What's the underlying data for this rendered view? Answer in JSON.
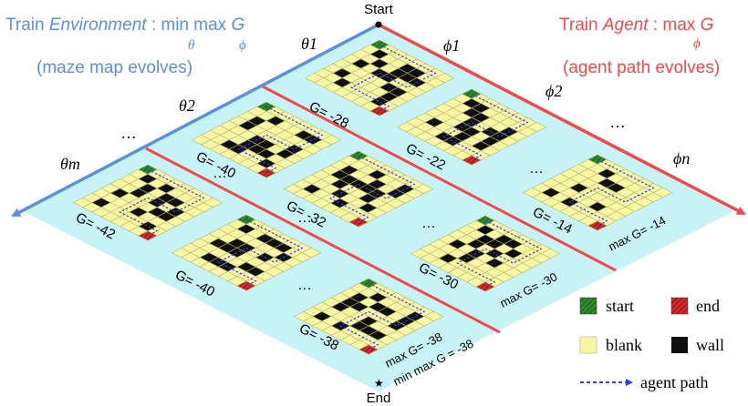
{
  "header": {
    "left_line1_a": "Train ",
    "left_line1_b": "Environment",
    "left_line1_c": " : min max ",
    "left_line1_d": "G",
    "left_sub_theta": "θ",
    "left_sub_phi": "ϕ",
    "left_line2": "(maze map evolves)",
    "right_line1_a": "Train ",
    "right_line1_b": "Agent",
    "right_line1_c": " : max ",
    "right_line1_d": "G",
    "right_sub_phi": "ϕ",
    "right_line2": "(agent path evolves)"
  },
  "corners": {
    "start": "Start",
    "end": "End"
  },
  "axes": {
    "theta_labels": [
      "θ1",
      "θ2",
      "θm"
    ],
    "phi_labels": [
      "ϕ1",
      "ϕ2",
      "ϕn"
    ],
    "ellipsis": "…"
  },
  "scores": {
    "row1": [
      "G= -28",
      "G= -22",
      "G= -14"
    ],
    "row2": [
      "G= -40",
      "G= -32",
      "G= -30"
    ],
    "row3": [
      "G= -42",
      "G= -40",
      "G= -38"
    ],
    "max_row1": "max G= -14",
    "max_row2": "max G= -30",
    "max_row3": "max G= -38",
    "minmax": "min max G = -38"
  },
  "legend": {
    "start": "start",
    "end": "end",
    "blank": "blank",
    "wall": "wall",
    "path": "agent path"
  },
  "colors": {
    "plane": "#c8f3f6",
    "env_accent": "#5b8fe0",
    "agent_accent": "#ee4b4b",
    "blank_cell": "#f7f7a3",
    "wall_cell": "#0f0f0f",
    "start_cell": "#2e8b2e",
    "end_cell": "#d42a2a",
    "path": "#3b3bd6"
  }
}
